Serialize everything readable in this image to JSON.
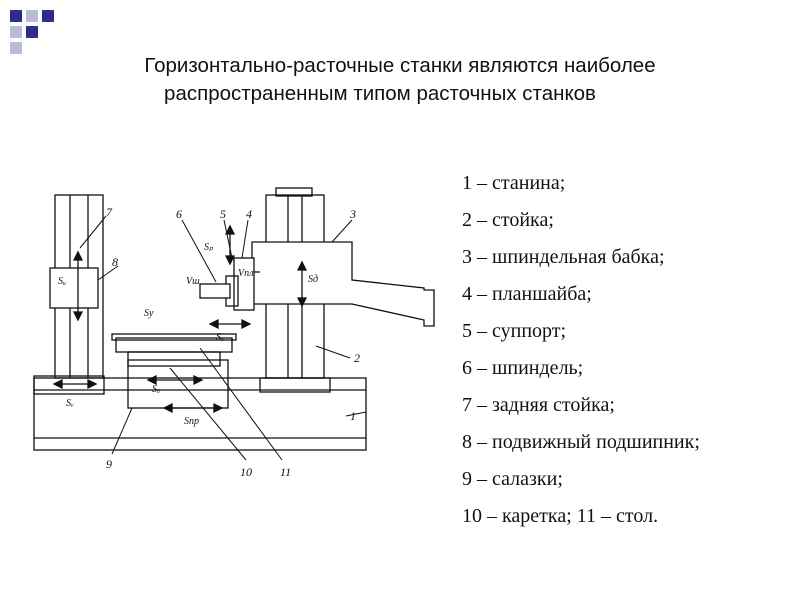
{
  "slide": {
    "title_line1": "Горизонтально-расточные станки являются наиболее",
    "title_line2": "распространенным типом  расточных  станков",
    "accent_color": "#2b2f8a",
    "accent_light": "#b9bbd9"
  },
  "legend": [
    "1 – станина;",
    "2 – стойка;",
    "3 – шпиндельная бабка;",
    "4 – планшайба;",
    "5 – суппорт;",
    "6 – шпиндель;",
    "7 – задняя стойка;",
    "8 – подвижный подшипник;",
    "9 – салазки;",
    "10 – каретка; 11 – стол."
  ],
  "diagram": {
    "part_numbers": [
      "1",
      "2",
      "3",
      "4",
      "5",
      "6",
      "7",
      "8",
      "9",
      "10",
      "11"
    ],
    "motion_labels": {
      "s_u": "Sᵤ",
      "s_p": "Sₚ",
      "s_d": "Sд",
      "s_y": "Sу",
      "s_nd": "Sпр",
      "s_i": "Sᵢᵢ",
      "s_z": "Sᵤ",
      "s_vert": "Sᵥ",
      "v_sh": "Vш",
      "v_pl": "Vпл"
    }
  }
}
